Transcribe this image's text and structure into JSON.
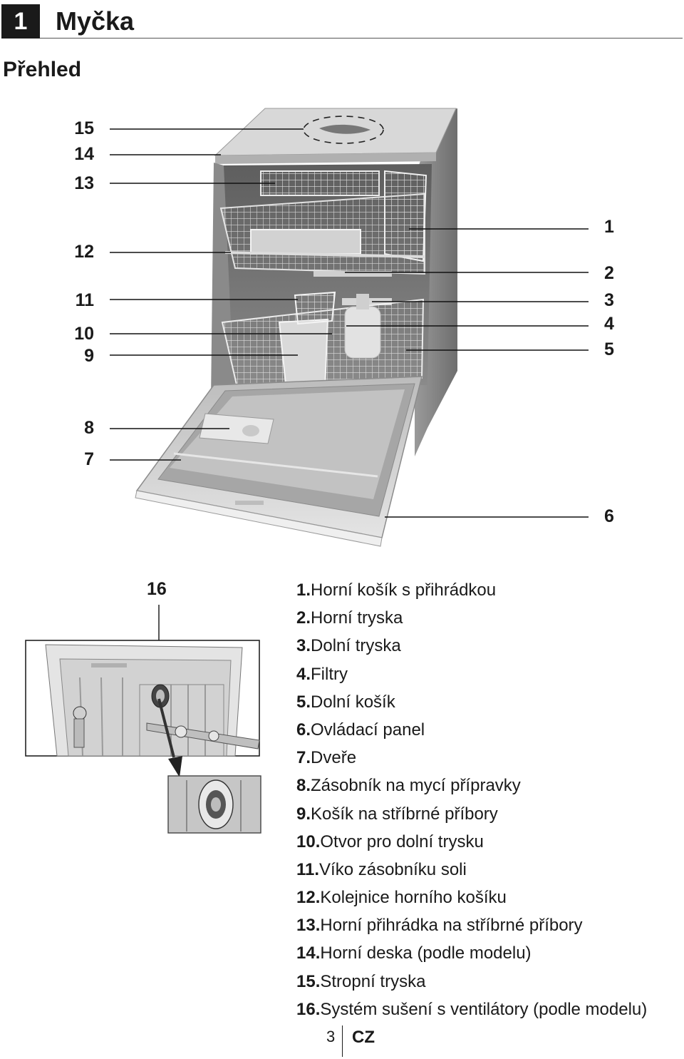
{
  "header": {
    "chapter_number": "1",
    "chapter_title": "Myčka",
    "section_title": "Přehled"
  },
  "callouts": {
    "c1": "1",
    "c2": "2",
    "c3": "3",
    "c4": "4",
    "c5": "5",
    "c6": "6",
    "c7": "7",
    "c8": "8",
    "c9": "9",
    "c10": "10",
    "c11": "11",
    "c12": "12",
    "c13": "13",
    "c14": "14",
    "c15": "15",
    "c16": "16"
  },
  "parts": [
    {
      "num": "1.",
      "label": "Horní košík s přihrádkou"
    },
    {
      "num": "2.",
      "label": "Horní tryska"
    },
    {
      "num": "3.",
      "label": "Dolní tryska"
    },
    {
      "num": "4.",
      "label": "Filtry"
    },
    {
      "num": "5.",
      "label": "Dolní košík"
    },
    {
      "num": "6.",
      "label": "Ovládací panel"
    },
    {
      "num": "7.",
      "label": "Dveře"
    },
    {
      "num": "8.",
      "label": "Zásobník na mycí přípravky"
    },
    {
      "num": "9.",
      "label": "Košík na stříbrné příbory"
    },
    {
      "num": "10.",
      "label": "Otvor pro dolní trysku"
    },
    {
      "num": "11.",
      "label": "Víko zásobníku soli"
    },
    {
      "num": "12.",
      "label": "Kolejnice horního košíku"
    },
    {
      "num": "13.",
      "label": "Horní přihrádka na stříbrné příbory"
    },
    {
      "num": "14.",
      "label": "Horní deska (podle modelu)"
    },
    {
      "num": "15.",
      "label": "Stropní tryska"
    },
    {
      "num": "16.",
      "label": "Systém sušení s ventilátory (podle modelu)"
    }
  ],
  "footer": {
    "page_number": "3",
    "language": "CZ"
  }
}
